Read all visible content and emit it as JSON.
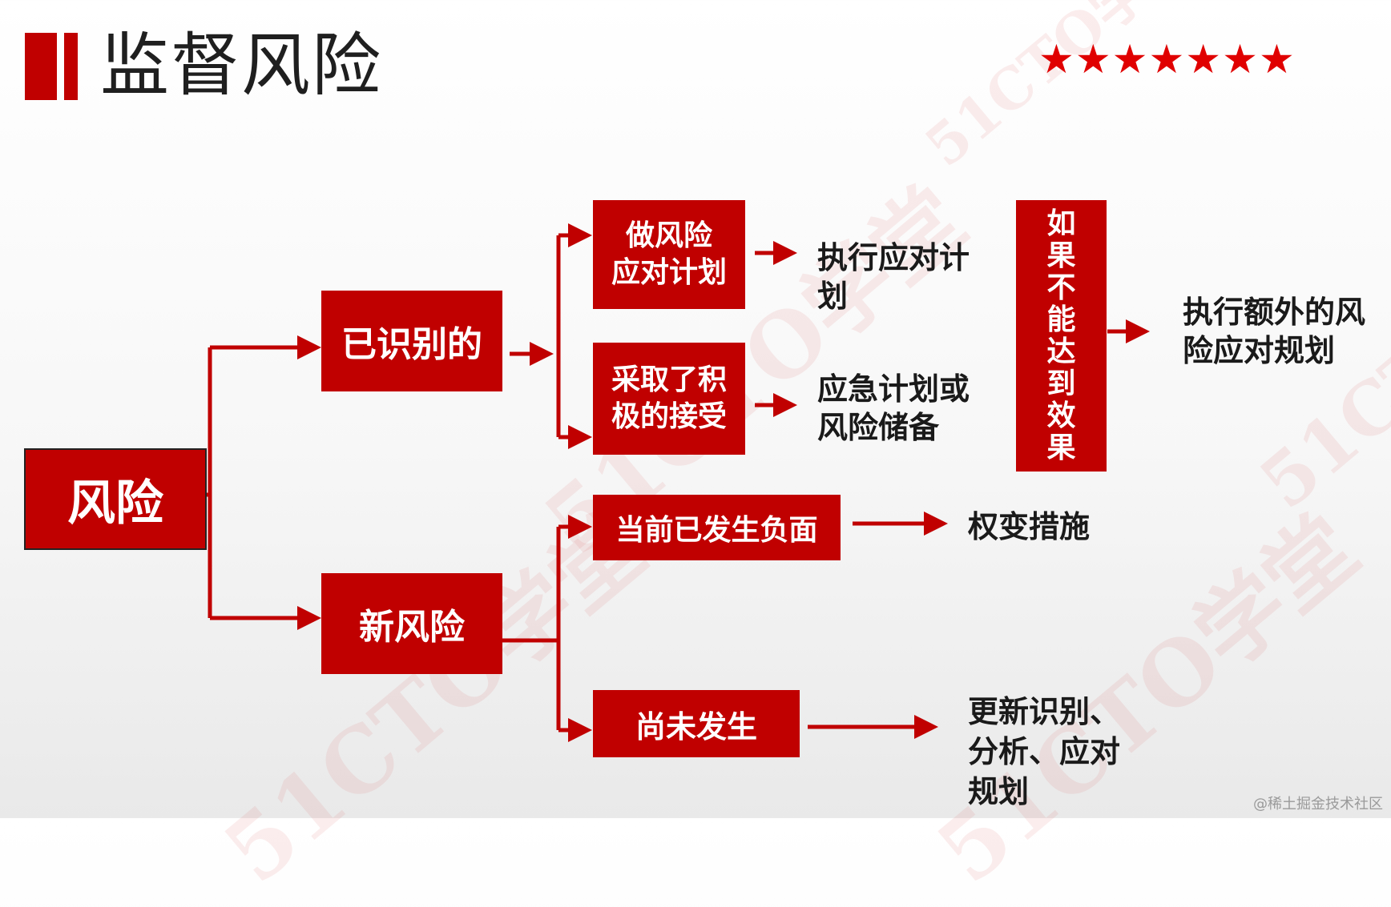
{
  "title": "监督风险",
  "stars": "★★★★★★★",
  "nodes": {
    "risk": "风险",
    "identified": "已识别的",
    "new_risk": "新风险",
    "make_plan": [
      "做风险",
      "应对计划"
    ],
    "active_accept": [
      "采取了积",
      "极的接受"
    ],
    "occurred": "当前已发生负面",
    "not_occurred": "尚未发生",
    "if_not_effective": [
      "如",
      "果",
      "不",
      "能",
      "达",
      "到",
      "效",
      "果"
    ]
  },
  "outcomes": {
    "execute_plan": [
      "执行应对计",
      "划"
    ],
    "contingency": [
      "应急计划或",
      "风险储备"
    ],
    "extra_plan": [
      "执行额外的风",
      "险应对规划"
    ],
    "workaround": "权变措施",
    "update": [
      "更新识别、",
      "分析、应对",
      "规划"
    ]
  },
  "watermark": "51CTO学堂",
  "credit": "@稀土掘金技术社区",
  "colors": {
    "accent": "#c00000",
    "star": "#e00000",
    "arrow": "#c00000"
  }
}
